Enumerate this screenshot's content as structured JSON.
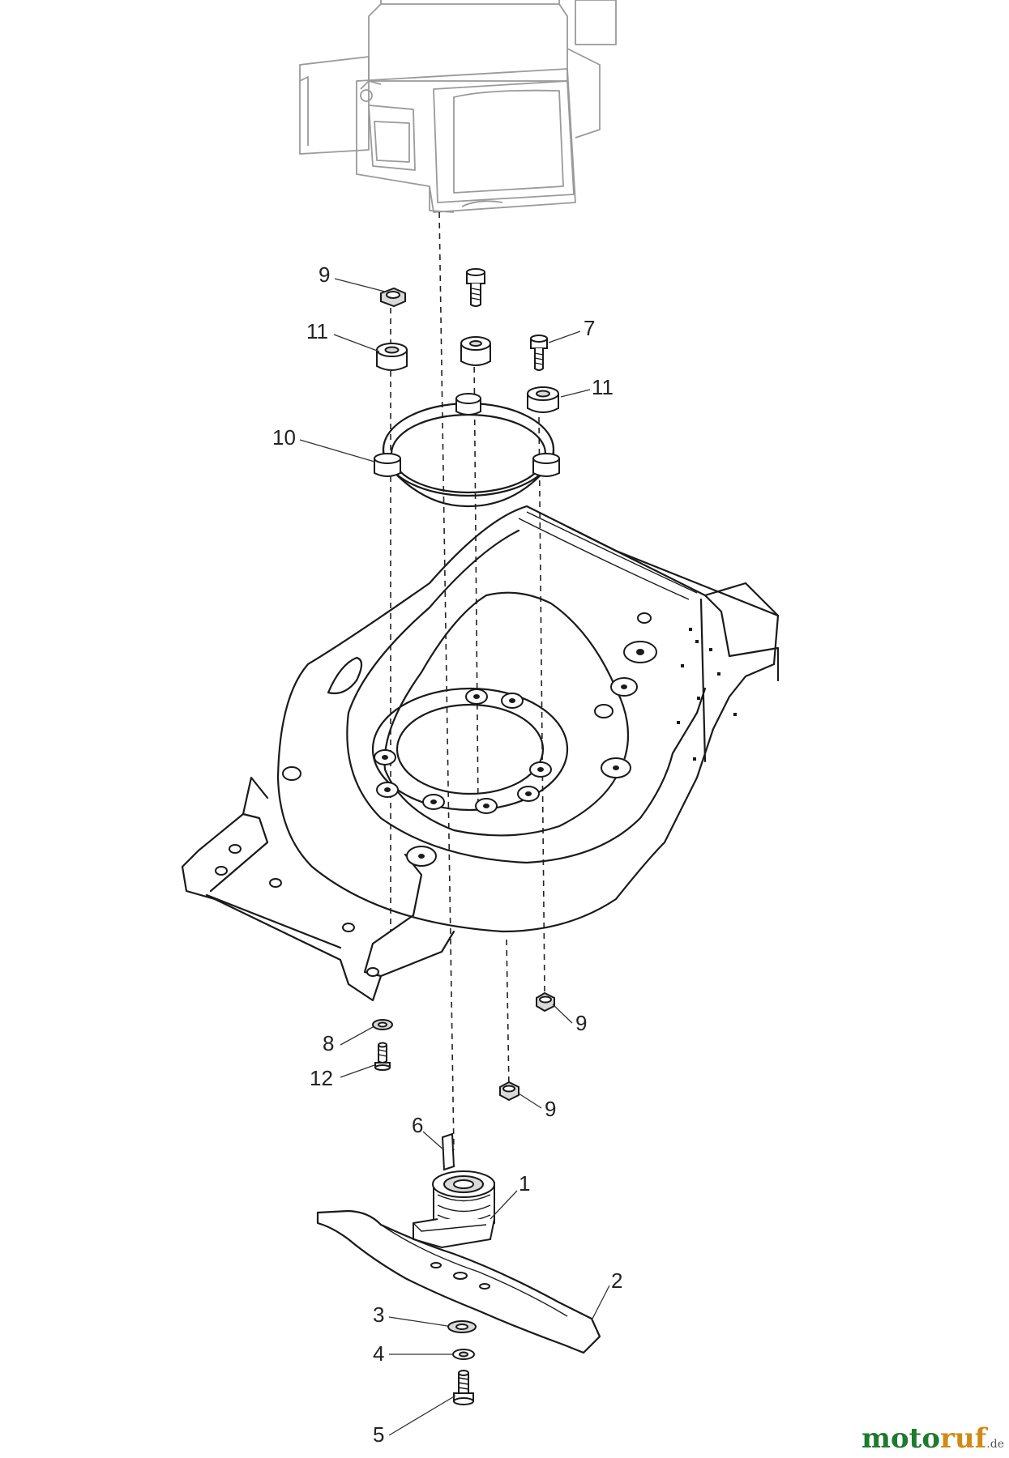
{
  "callouts": {
    "c1": "1",
    "c2": "2",
    "c3": "3",
    "c4": "4",
    "c5": "5",
    "c6": "6",
    "c7": "7",
    "c8": "8",
    "c9a": "9",
    "c9b": "9",
    "c9c": "9",
    "c10": "10",
    "c11a": "11",
    "c11b": "11",
    "c12": "12"
  },
  "watermark": {
    "part1": "moto",
    "part2": "ruf",
    "part3": ".de"
  },
  "colors": {
    "line": "#1a1a1a",
    "engine": "#9a9a9a",
    "brand_green": "#1e7a2e",
    "brand_orange": "#d08a16"
  }
}
